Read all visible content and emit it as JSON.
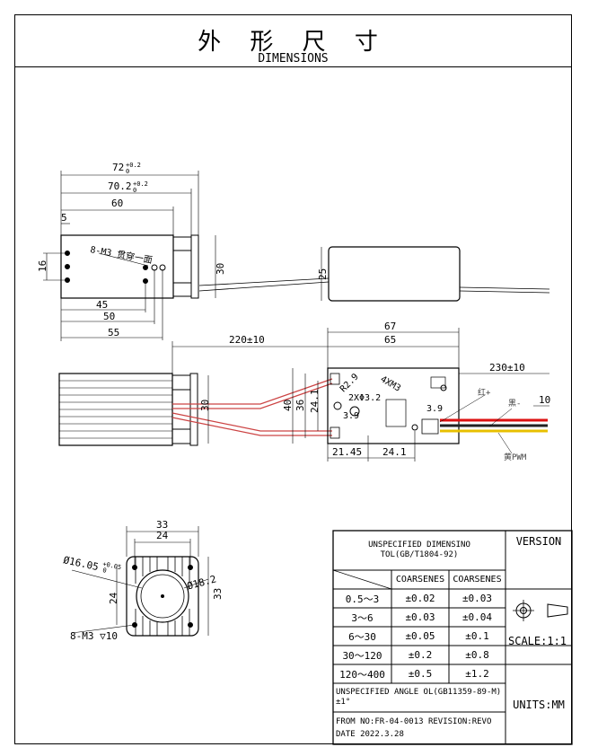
{
  "title": {
    "chinese": "外 形 尺 寸",
    "english": "DIMENSIONS"
  },
  "top_view": {
    "dims": [
      "72",
      "+0.2",
      "0",
      "70.2",
      "+0.2",
      "0",
      "60",
      "5",
      "16",
      "30",
      "45",
      "50",
      "55",
      "25"
    ],
    "note": "8-M3 贯穿一面"
  },
  "front_view": {
    "dims": [
      "220±10",
      "67",
      "65",
      "230±10",
      "10",
      "40",
      "36",
      "24.1",
      "30",
      "21.45",
      "24.1",
      "3.9",
      "3.9",
      "2XΦ3.2",
      "R2.9",
      "4XM3"
    ],
    "wire_labels": [
      "红+",
      "黑-",
      "黄PWM"
    ]
  },
  "side_view": {
    "dims": [
      "33",
      "24",
      "Ø16.05",
      "+0.05",
      "0",
      "Ø18.2",
      "24",
      "33",
      "8-M3 ▽10"
    ]
  },
  "tolerance_table": {
    "header": "UNSPECIFIED DIMENSINO TOL(GB/T1804-92)",
    "version_label": "VERSION",
    "columns": [
      "COARSENES",
      "COARSENES"
    ],
    "rows": [
      [
        "0.5～3",
        "±0.02",
        "±0.03"
      ],
      [
        "3～6",
        "±0.03",
        "±0.04"
      ],
      [
        "6～30",
        "±0.05",
        "±0.1"
      ],
      [
        "30～120",
        "±0.2",
        "±0.8"
      ],
      [
        "120～400",
        "±0.5",
        "±1.2"
      ]
    ],
    "scale": "SCALE:1:1",
    "angle_note": "UNSPECIFIED ANGLE OL(GB11359-89-M)±1°",
    "units": "UNITS:MM",
    "form_no": "FROM NO:FR-04-0013 REVISION:REVO",
    "date": "DATE 2022.3.28"
  }
}
